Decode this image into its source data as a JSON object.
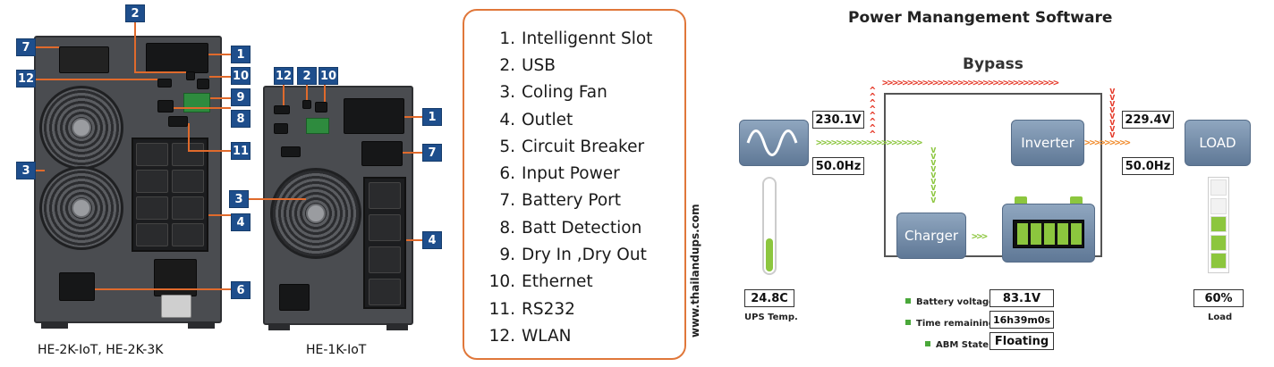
{
  "left_panel": {
    "caption_2k": "HE-2K-IoT, HE-2K-3K",
    "caption_1k": "HE-1K-IoT",
    "callouts_2k": [
      "2",
      "7",
      "1",
      "12",
      "10",
      "9",
      "8",
      "11",
      "3",
      "4",
      "6"
    ],
    "callouts_1k": [
      "12",
      "2",
      "10",
      "1",
      "7",
      "3",
      "4"
    ]
  },
  "legend": {
    "items": [
      {
        "num": "1.",
        "label": "Intelligennt Slot"
      },
      {
        "num": "2.",
        "label": "USB"
      },
      {
        "num": "3.",
        "label": "Coling Fan"
      },
      {
        "num": "4.",
        "label": "Outlet"
      },
      {
        "num": "5.",
        "label": "Circuit Breaker"
      },
      {
        "num": "6.",
        "label": "Input Power"
      },
      {
        "num": "7.",
        "label": "Battery Port"
      },
      {
        "num": "8.",
        "label": "Batt Detection"
      },
      {
        "num": "9.",
        "label": "Dry In ,Dry Out"
      },
      {
        "num": "10.",
        "label": "Ethernet"
      },
      {
        "num": "11.",
        "label": "RS232"
      },
      {
        "num": "12.",
        "label": "WLAN"
      }
    ],
    "watermark": "www.thailandups.com"
  },
  "software": {
    "title": "Power Manangement Software",
    "bypass_label": "Bypass",
    "input_voltage": "230.1V",
    "input_freq": "50.0Hz",
    "output_voltage": "229.4V",
    "output_freq": "50.0Hz",
    "inverter_label": "Inverter",
    "charger_label": "Charger",
    "load_label": "LOAD",
    "temp_value": "24.8C",
    "temp_label": "UPS Temp.",
    "load_value": "60%",
    "load_caption": "Load",
    "battery_voltage_label": "Battery voltage",
    "battery_voltage_value": "83.1V",
    "time_remaining_label": "Time remaining",
    "time_remaining_value": "16h39m0s",
    "abm_state_label": "ABM State",
    "abm_state_value": "Floating",
    "temp_level": 0.35,
    "load_level": 0.6,
    "battery_cells": 5,
    "colors": {
      "tile": "#6f87a4",
      "flow_green": "#8cc63e",
      "bypass_red": "#e53a2a",
      "callout": "#1e4e8c",
      "lead": "#e06a2c"
    }
  }
}
